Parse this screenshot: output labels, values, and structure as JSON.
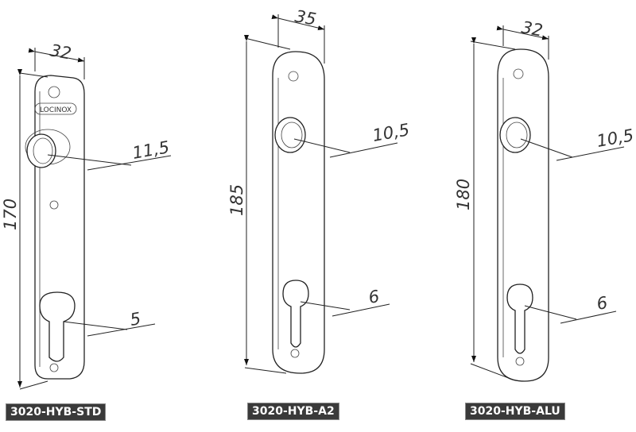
{
  "products": [
    {
      "code": "3020-HYB-STD",
      "width": "32",
      "height": "170",
      "rosette_dim": "11,5",
      "cylinder_dim": "5",
      "logo": "LOCINOX"
    },
    {
      "code": "3020-HYB-A2",
      "width": "35",
      "height": "185",
      "rosette_dim": "10,5",
      "cylinder_dim": "6"
    },
    {
      "code": "3020-HYB-ALU",
      "width": "32",
      "height": "180",
      "rosette_dim": "10,5",
      "cylinder_dim": "6"
    }
  ]
}
